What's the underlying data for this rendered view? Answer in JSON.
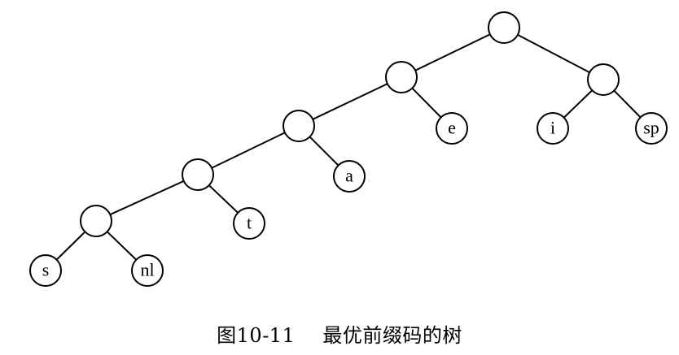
{
  "figure": {
    "label": "图10-11",
    "title": "最优前缀码的树"
  },
  "tree": {
    "nodes": [
      {
        "id": "root",
        "text": ""
      },
      {
        "id": "n1",
        "text": ""
      },
      {
        "id": "n2",
        "text": ""
      },
      {
        "id": "n3",
        "text": ""
      },
      {
        "id": "n4",
        "text": ""
      },
      {
        "id": "n5",
        "text": ""
      },
      {
        "id": "s",
        "text": "s"
      },
      {
        "id": "nl",
        "text": "nl"
      },
      {
        "id": "t",
        "text": "t"
      },
      {
        "id": "a",
        "text": "a"
      },
      {
        "id": "e",
        "text": "e"
      },
      {
        "id": "i",
        "text": "i"
      },
      {
        "id": "sp",
        "text": "sp"
      }
    ],
    "edges": [
      [
        "root",
        "n1"
      ],
      [
        "root",
        "n5"
      ],
      [
        "n1",
        "n2"
      ],
      [
        "n1",
        "e"
      ],
      [
        "n2",
        "n3"
      ],
      [
        "n2",
        "a"
      ],
      [
        "n3",
        "n4"
      ],
      [
        "n3",
        "t"
      ],
      [
        "n4",
        "s"
      ],
      [
        "n4",
        "nl"
      ],
      [
        "n5",
        "i"
      ],
      [
        "n5",
        "sp"
      ]
    ]
  }
}
